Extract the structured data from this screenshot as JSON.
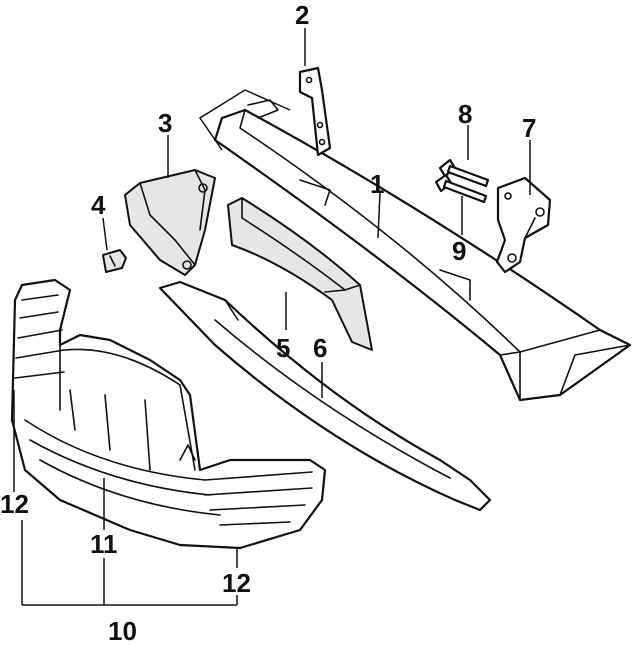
{
  "callouts": {
    "c1": "1",
    "c2": "2",
    "c3": "3",
    "c4": "4",
    "c5": "5",
    "c6": "6",
    "c7": "7",
    "c8": "8",
    "c9": "9",
    "c10": "10",
    "c11": "11",
    "c12a": "12",
    "c12b": "12"
  },
  "colors": {
    "ink": "#111111",
    "paper": "#ffffff"
  }
}
